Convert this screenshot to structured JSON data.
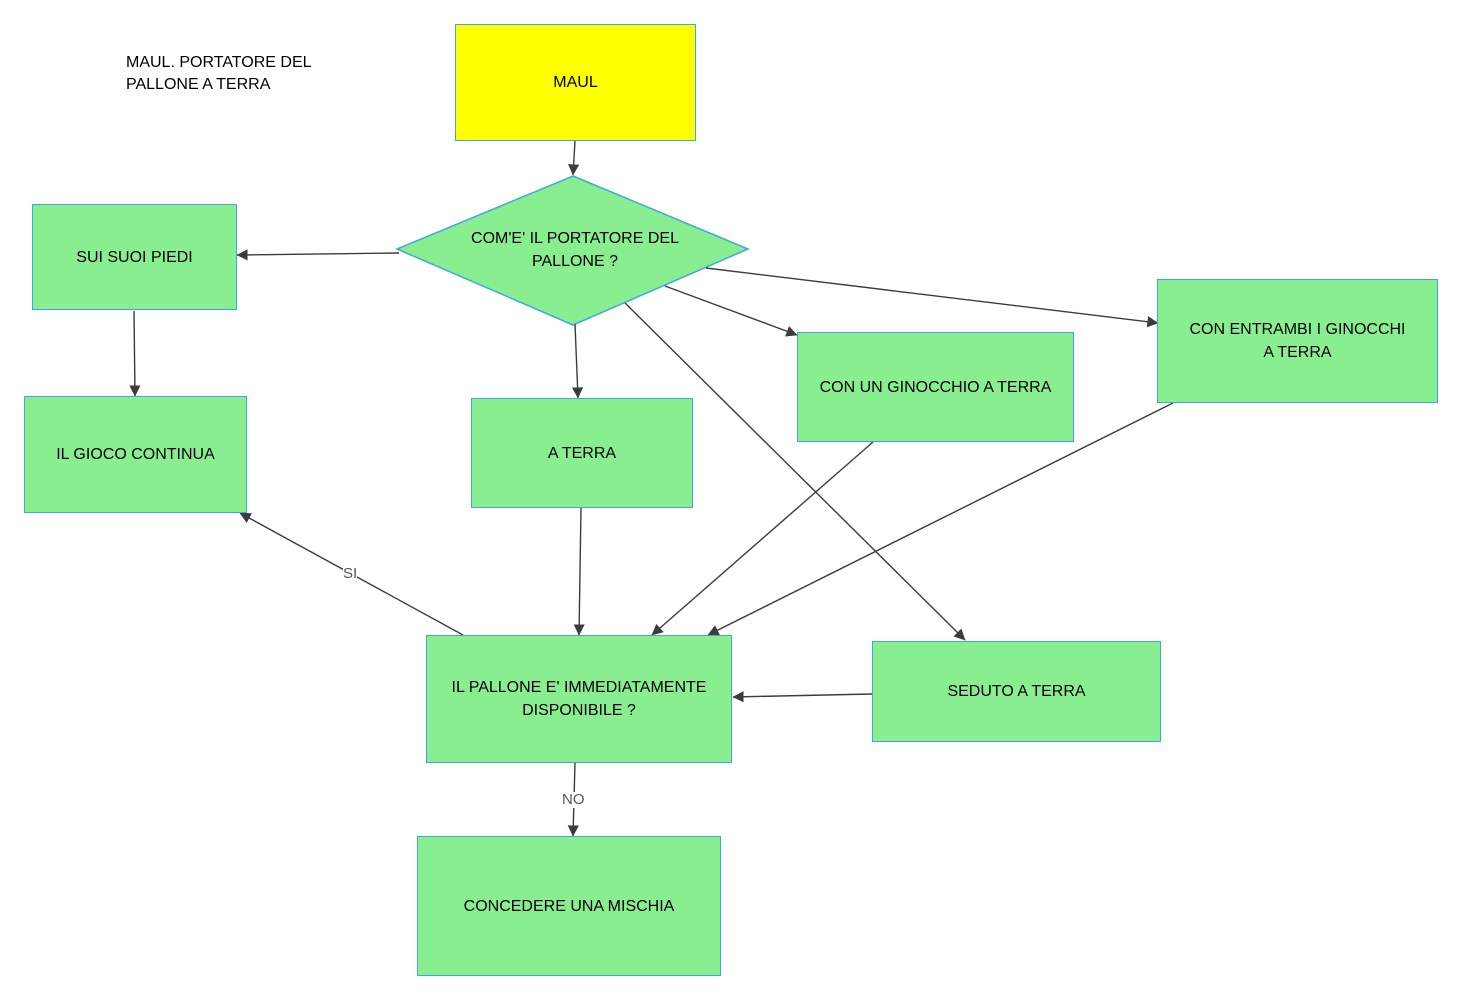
{
  "title_line1": "MAUL. PORTATORE DEL",
  "title_line2": "PALLONE A TERRA",
  "nodes": {
    "maul": "MAUL",
    "question": "COM'E' IL PORTATORE DEL\nPALLONE  ?",
    "on_feet": "SUI SUOI PIEDI",
    "game_continues": "IL GIOCO CONTINUA",
    "on_ground": "A TERRA",
    "one_knee": "CON UN GINOCCHIO A TERRA",
    "both_knees": "CON ENTRAMBI I GINOCCHI\nA TERRA",
    "ball_available": "IL PALLONE E' IMMEDIATAMENTE\nDISPONIBILE ?",
    "seated": "SEDUTO A TERRA",
    "scrum": "CONCEDERE UNA MISCHIA"
  },
  "edge_labels": {
    "yes": "SI",
    "no": "NO"
  },
  "colors": {
    "start_fill": "#ffff00",
    "node_fill": "#88ee90",
    "node_border": "#3ea8e0",
    "arrow": "#3c3c3c"
  }
}
